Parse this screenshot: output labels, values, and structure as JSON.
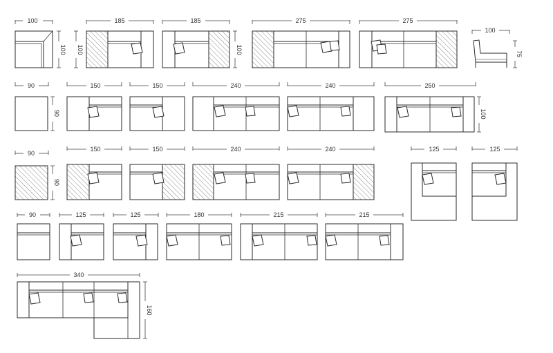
{
  "colors": {
    "line": "#2a2a2a",
    "dim": "#444444",
    "hatch": "#8a8a8a",
    "label": "#333333"
  },
  "icons": [
    "cushion-icon",
    "hatch-pattern",
    "chair-icon"
  ],
  "rows": [
    {
      "name": "row-1-corner-and-large",
      "labels": [
        "100",
        "100",
        "185",
        "100",
        "185",
        "100",
        "275",
        "275",
        "100",
        "75"
      ]
    },
    {
      "name": "row-2-armless-modules",
      "labels": [
        "90",
        "90",
        "150",
        "150",
        "240",
        "240",
        "250",
        "100"
      ]
    },
    {
      "name": "row-3-corner-modules",
      "labels": [
        "90",
        "90",
        "150",
        "150",
        "240",
        "240",
        "125",
        "125"
      ]
    },
    {
      "name": "row-4-small-modules",
      "labels": [
        "90",
        "125",
        "125",
        "180",
        "215",
        "215"
      ]
    },
    {
      "name": "row-5-corner-sofa",
      "labels": [
        "340",
        "160"
      ]
    }
  ]
}
